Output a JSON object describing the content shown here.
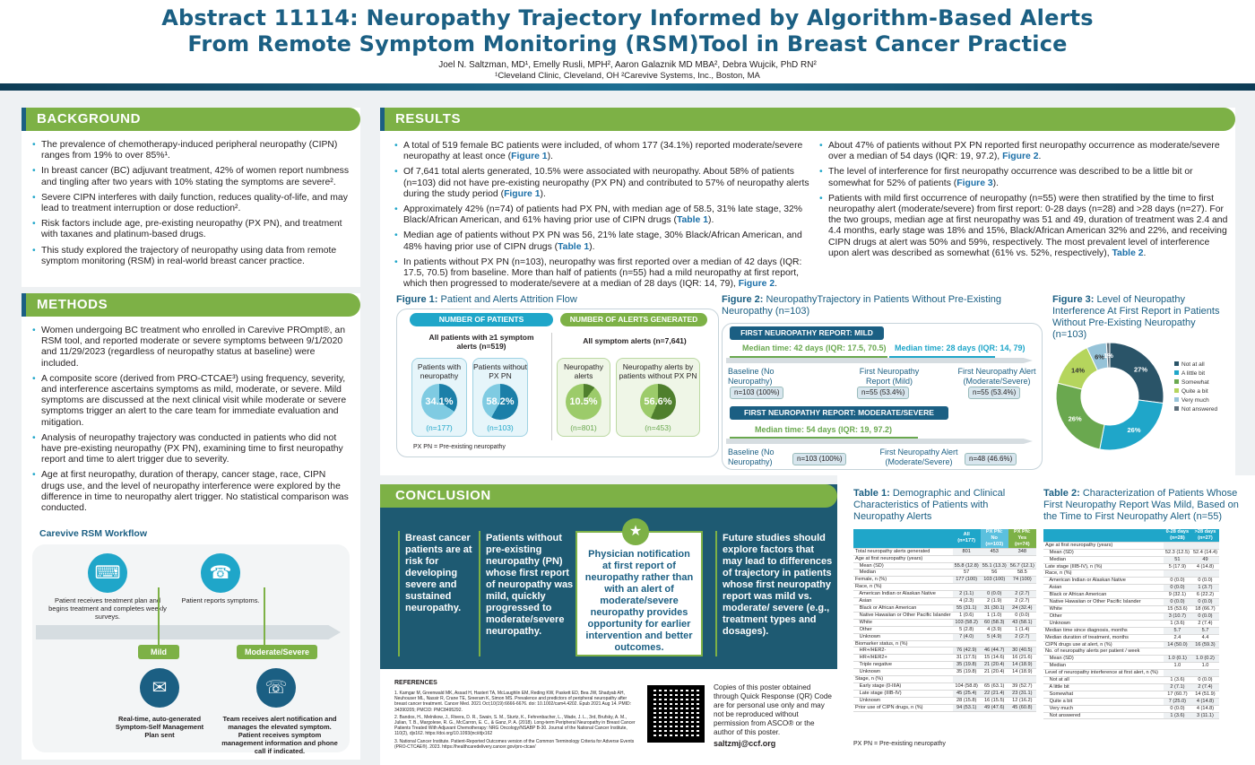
{
  "header": {
    "title_line1": "Abstract 11114: Neuropathy Trajectory Informed by Algorithm-Based Alerts",
    "title_line2": "From Remote Symptom Monitoring (RSM)Tool in Breast Cancer Practice",
    "authors": "Joel N. Saltzman, MD¹, Emelly Rusli, MPH², Aaron Galaznik MD MBA², Debra Wujcik, PhD RN²",
    "affiliations": "¹Cleveland Clinic, Cleveland, OH ²Carevive Systems, Inc., Boston, MA"
  },
  "background": {
    "heading": "BACKGROUND",
    "bullets": [
      "The prevalence of chemotherapy-induced peripheral neuropathy (CIPN) ranges from 19% to over 85%¹.",
      "In breast cancer (BC) adjuvant treatment, 42% of women report numbness and tingling after two years with 10% stating the symptoms are severe².",
      "Severe CIPN interferes with daily function, reduces quality-of-life, and may lead to treatment interruption or dose reduction².",
      "Risk factors include age, pre-existing neuropathy (PX PN), and treatment with taxanes and platinum-based drugs.",
      "This study explored the trajectory of neuropathy using data from remote symptom monitoring (RSM) in real-world breast cancer practice."
    ]
  },
  "methods": {
    "heading": "METHODS",
    "bullets": [
      "Women undergoing BC treatment who enrolled in Carevive PROmpt®, an RSM tool, and reported moderate or severe symptoms between 9/1/2020 and 11/29/2023 (regardless of neuropathy status at baseline) were included.",
      "A composite score (derived from PRO-CTCAE³) using frequency, severity, and interference ascertains symptoms as mild, moderate, or severe. Mild symptoms are discussed at the next clinical visit while moderate or severe symptoms trigger an alert to the care team for immediate evaluation and mitigation.",
      "Analysis of neuropathy trajectory was conducted in patients who did not have pre-existing neuropathy (PX PN), examining time to first neuropathy report and time to alert trigger due to severity.",
      "Age at first neuropathy, duration of therapy, cancer stage, race, CIPN drugs use, and the level of neuropathy interference were explored by the difference in time to neuropathy alert trigger. No statistical comparison was conducted."
    ],
    "workflow_title": "Carevive RSM Workflow",
    "wf_top_left": "Patient receives treatment plan and begins treatment and completes weekly surveys.",
    "wf_top_right": "Patient reports symptoms.",
    "wf_mild": "Mild",
    "wf_mod": "Moderate/Severe",
    "wf_bot_left": "Real-time, auto-generated Symptom-Self Management Plan sent",
    "wf_bot_right": "Team receives alert notification and manages the elevated symptom. Patient receives symptom management information and phone call if indicated."
  },
  "results": {
    "heading": "RESULTS",
    "col1": [
      {
        "t": "A total of 519 female BC patients were included, of whom 177 (34.1%) reported moderate/severe neuropathy at least once (",
        "l": "Figure 1",
        "e": ")."
      },
      {
        "t": "Of 7,641 total alerts generated, 10.5% were associated with neuropathy. About 58% of patients (n=103) did not have pre-existing neuropathy (PX PN) and contributed to 57% of neuropathy alerts during the study period (",
        "l": "Figure 1",
        "e": ")."
      },
      {
        "t": "Approximately 42% (n=74) of patients had PX PN, with median age of 58.5, 31% late stage, 32% Black/African American, and 61% having prior use of CIPN drugs (",
        "l": "Table 1",
        "e": ")."
      },
      {
        "t": "Median age of patients without PX PN was 56, 21% late stage, 30% Black/African American, and 48% having prior use of CIPN drugs (",
        "l": "Table 1",
        "e": ")."
      },
      {
        "t": "In patients without PX PN (n=103), neuropathy was first reported over a median of 42 days (IQR: 17.5, 70.5) from baseline. More than half of patients (n=55) had a mild neuropathy at first report, which then progressed to moderate/severe at a median of 28 days (IQR: 14, 79), ",
        "l": "Figure 2",
        "e": "."
      }
    ],
    "col2": [
      {
        "t": "About 47% of patients without PX PN reported first neuropathy occurrence as moderate/severe over a median of 54 days (IQR: 19, 97.2), ",
        "l": "Figure 2",
        "e": "."
      },
      {
        "t": "The level of interference for first neuropathy occurrence was described to be a little bit or somewhat for 52% of patients (",
        "l": "Figure 3",
        "e": ")."
      },
      {
        "t": "Patients with mild first occurrence of neuropathy (n=55) were then stratified by the time to first neuropathy alert (moderate/severe) from first report: 0-28 days (n=28) and >28 days (n=27). For the two groups, median age at first neuropathy was 51 and 49, duration of treatment was 2.4 and 4.4 months, early stage was 18% and 15%, Black/African American 32% and 22%, and receiving CIPN drugs at alert was 50% and 59%, respectively. The most prevalent level of interference upon alert was described as somewhat (61% vs. 52%, respectively), ",
        "l": "Table 2",
        "e": "."
      }
    ]
  },
  "fig1": {
    "label": "Figure 1:",
    "title": "Patient and Alerts Attrition Flow",
    "pill_patients": "NUMBER OF PATIENTS",
    "pill_alerts": "NUMBER OF ALERTS GENERATED",
    "top_patients": "All patients with ≥1 symptom alerts (n=519)",
    "top_alerts": "All symptom alerts (n=7,641)",
    "c1": "Patients with neuropathy",
    "c1v": "34.1%",
    "c1n": "(n=177)",
    "c2": "Patients without PX PN",
    "c2v": "58.2%",
    "c2n": "(n=103)",
    "c3": "Neuropathy alerts",
    "c3v": "10.5%",
    "c3n": "(n=801)",
    "c4": "Neuropathy alerts by patients without PX PN",
    "c4v": "56.6%",
    "c4n": "(n=453)",
    "note": "PX PN = Pre-existing neuropathy"
  },
  "fig2": {
    "label": "Figure 2:",
    "title": "NeuropathyTrajectory in Patients Without Pre-Existing Neuropathy (n=103)",
    "mild_head": "FIRST NEUROPATHY REPORT: MILD",
    "mild_t1": "Median time: 42 days (IQR: 17.5, 70.5)",
    "mild_t2": "Median time: 28 days (IQR: 14, 79)",
    "baseline": "Baseline (No Neuropathy)",
    "b_n": "n=103 (100%)",
    "fr_mild": "First Neuropathy Report (Mild)",
    "fr_n": "n=55 (53.4%)",
    "fa": "First Neuropathy Alert (Moderate/Severe)",
    "fa_n": "n=55 (53.4%)",
    "mod_head": "FIRST NEUROPATHY REPORT: MODERATE/SEVERE",
    "mod_t": "Median time: 54 days (IQR: 19, 97.2)",
    "baseline2": "Baseline (No Neuropathy)",
    "b2_n": "n=103 (100%)",
    "fa2": "First Neuropathy Alert (Moderate/Severe)",
    "fa2_n": "n=48 (46.6%)"
  },
  "fig3": {
    "label": "Figure 3:",
    "title": "Level of Neuropathy Interference At First Report in Patients Without Pre-Existing Neuropathy (n=103)"
  },
  "chart_data": {
    "type": "pie",
    "categories": [
      "Not at all",
      "A little bit",
      "Somewhat",
      "Quite a bit",
      "Very much",
      "Not answered"
    ],
    "values": [
      27,
      26,
      26,
      14,
      6,
      1
    ],
    "labels": [
      "27%",
      "26%",
      "26%",
      "14%",
      "6%",
      "1%"
    ],
    "colors": [
      "#2a5468",
      "#1fa6c9",
      "#6aa84f",
      "#b5d55d",
      "#96c3d8",
      "#5f6f7a"
    ],
    "legend": "right"
  },
  "conclusion": {
    "heading": "CONCLUSION",
    "c1": "Breast cancer patients are at risk for developing severe and sustained neuropathy.",
    "c2": "Patients without pre-existing neuropathy (PN) whose first report of neuropathy was mild, quickly progressed to moderate/severe neuropathy.",
    "c3": "Physician notification at first report of neuropathy rather than with an alert of moderate/severe neuropathy provides opportunity for earlier intervention and better outcomes.",
    "c4": "Future studies should explore factors that may lead to differences of trajectory in patients whose first neuropathy report was mild vs. moderate/ severe (e.g., treatment types and dosages)."
  },
  "references": {
    "heading": "REFERENCES",
    "items": [
      "1. Kamgar M, Greenwald MK, Assad H, Hastert TA, McLaughlin EM, Reding KW, Paskett ED, Bea JW, Shadyab AH, Neuhouser ML, Nassir R, Crane TE, Sreeram K, Simon MS. Prevalence and predictors of peripheral neuropathy after breast cancer treatment. Cancer Med. 2021 Oct;10(19):6666-6676. doi: 10.1002/cam4.4202. Epub 2021 Aug 14. PMID: 34390205; PMCID: PMC8495292.",
      "2. Bandos, H., Melnikow, J., Rivera, D. R., Swain, S. M., Sturtz, K., Fehrenbacher, L., Wade, J. L., 3rd, Brufsky, A. M., Julian, T. B., Margolese, R. G., McCarron, E. C., & Ganz, P. A. (2018). Long-term Peripheral Neuropathy in Breast Cancer Patients Treated With Adjuvant Chemotherapy: NRG Oncology/NSABP B-30. Journal of the National Cancer Institute, 110(2), djx162. https://doi.org/10.1093/jnci/djx162",
      "3. National Cancer Institute. Patient-Reported Outcomes version of the Common Terminology Criteria for Adverse Events (PRO-CTCAE®). 2023. https://healthcaredelivery.cancer.gov/pro-ctcae/"
    ],
    "qr_text": "Copies of this poster obtained through Quick Response (QR) Code are for personal use only and may not be reproduced without permission from ASCO® or the author of this poster.",
    "email": "saltzmj@ccf.org"
  },
  "table1": {
    "label": "Table 1:",
    "title": "Demographic and Clinical Characteristics of Patients with Neuropathy Alerts",
    "cols": [
      "All (n=177)",
      "PX PN: No (n=103)",
      "PX PN: Yes (n=74)"
    ],
    "rows": [
      [
        "Total neuropathy alerts generated",
        "801",
        "453",
        "348"
      ],
      [
        "Age at first neuropathy (years)",
        "",
        "",
        ""
      ],
      [
        "   Mean (SD)",
        "55.8 (12.8)",
        "55.1 (13.3)",
        "56.7 (12.1)"
      ],
      [
        "   Median",
        "57",
        "56",
        "58.5"
      ],
      [
        "Female, n (%)",
        "177 (100)",
        "103 (100)",
        "74 (100)"
      ],
      [
        "Race, n (%)",
        "",
        "",
        ""
      ],
      [
        "   American Indian or Alaskan Native",
        "2 (1.1)",
        "0 (0.0)",
        "2 (2.7)"
      ],
      [
        "   Asian",
        "4 (2.3)",
        "2 (1.9)",
        "2 (2.7)"
      ],
      [
        "   Black or African American",
        "55 (31.1)",
        "31 (30.1)",
        "24 (32.4)"
      ],
      [
        "   Native Hawaiian or Other Pacific Islander",
        "1 (0.6)",
        "1 (1.0)",
        "0 (0.0)"
      ],
      [
        "   White",
        "103 (58.2)",
        "60 (58.3)",
        "43 (58.1)"
      ],
      [
        "   Other",
        "5 (2.8)",
        "4 (3.9)",
        "1 (1.4)"
      ],
      [
        "   Unknown",
        "7 (4.0)",
        "5 (4.9)",
        "2 (2.7)"
      ],
      [
        "Biomarker status, n (%)",
        "",
        "",
        ""
      ],
      [
        "   HR+/HER2-",
        "76 (42.9)",
        "46 (44.7)",
        "30 (40.5)"
      ],
      [
        "   HR+/HER2+",
        "31 (17.5)",
        "15 (14.6)",
        "16 (21.6)"
      ],
      [
        "   Triple negative",
        "35 (19.8)",
        "21 (20.4)",
        "14 (18.9)"
      ],
      [
        "   Unknown",
        "35 (19.8)",
        "21 (20.4)",
        "14 (18.9)"
      ],
      [
        "Stage, n (%)",
        "",
        "",
        ""
      ],
      [
        "   Early stage (0-IIIA)",
        "104 (58.8)",
        "65 (63.1)",
        "39 (52.7)"
      ],
      [
        "   Late stage (IIIB-IV)",
        "45 (25.4)",
        "22 (21.4)",
        "23 (31.1)"
      ],
      [
        "   Unknown",
        "28 (15.8)",
        "16 (15.5)",
        "12 (16.2)"
      ],
      [
        "Prior use of CIPN drugs, n (%)",
        "94 (53.1)",
        "49 (47.6)",
        "45 (60.8)"
      ]
    ],
    "note": "PX PN = Pre-existing neuropathy"
  },
  "table2": {
    "label": "Table 2:",
    "title": "Characterization of Patients Whose First Neuropathy Report Was Mild, Based on the Time to First Neuropathy Alert (n=55)",
    "cols": [
      "0-28 days (n=28)",
      ">28 days (n=27)"
    ],
    "rows": [
      [
        "Age at first neuropathy (years)",
        "",
        ""
      ],
      [
        "   Mean (SD)",
        "52.3 (12.5)",
        "52.4 (14.4)"
      ],
      [
        "   Median",
        "51",
        "49"
      ],
      [
        "Late stage (IIIB-IV), n (%)",
        "5 (17.9)",
        "4 (14.8)"
      ],
      [
        "Race, n (%)",
        "",
        ""
      ],
      [
        "   American Indian or Alaskan Native",
        "0 (0.0)",
        "0 (0.0)"
      ],
      [
        "   Asian",
        "0 (0.0)",
        "1 (3.7)"
      ],
      [
        "   Black or African American",
        "9 (32.1)",
        "6 (22.2)"
      ],
      [
        "   Native Hawaiian or Other Pacific Islander",
        "0 (0.0)",
        "0 (0.0)"
      ],
      [
        "   White",
        "15 (53.6)",
        "18 (66.7)"
      ],
      [
        "   Other",
        "3 (10.7)",
        "0 (0.0)"
      ],
      [
        "   Unknown",
        "1 (3.6)",
        "2 (7.4)"
      ],
      [
        "Median time since diagnosis, months",
        "5.7",
        "5.7"
      ],
      [
        "Median duration of treatment, months",
        "2.4",
        "4.4"
      ],
      [
        "CIPN drugs use at alert, n (%)",
        "14 (50.0)",
        "16 (59.3)"
      ],
      [
        "No. of neuropathy alerts per patient / week",
        "",
        ""
      ],
      [
        "   Mean (SD)",
        "1.0 (0.1)",
        "1.0 (0.2)"
      ],
      [
        "   Median",
        "1.0",
        "1.0"
      ],
      [
        "Level of neuropathy interference at first alert, n (%)",
        "",
        ""
      ],
      [
        "   Not at all",
        "1 (3.6)",
        "0 (0.0)"
      ],
      [
        "   A little bit",
        "2 (7.1)",
        "2 (7.4)"
      ],
      [
        "   Somewhat",
        "17 (60.7)",
        "14 (51.9)"
      ],
      [
        "   Quite a bit",
        "7 (25.0)",
        "4 (14.8)"
      ],
      [
        "   Very much",
        "0 (0.0)",
        "4 (14.8)"
      ],
      [
        "   Not answered",
        "1 (3.6)",
        "3 (11.1)"
      ]
    ]
  }
}
